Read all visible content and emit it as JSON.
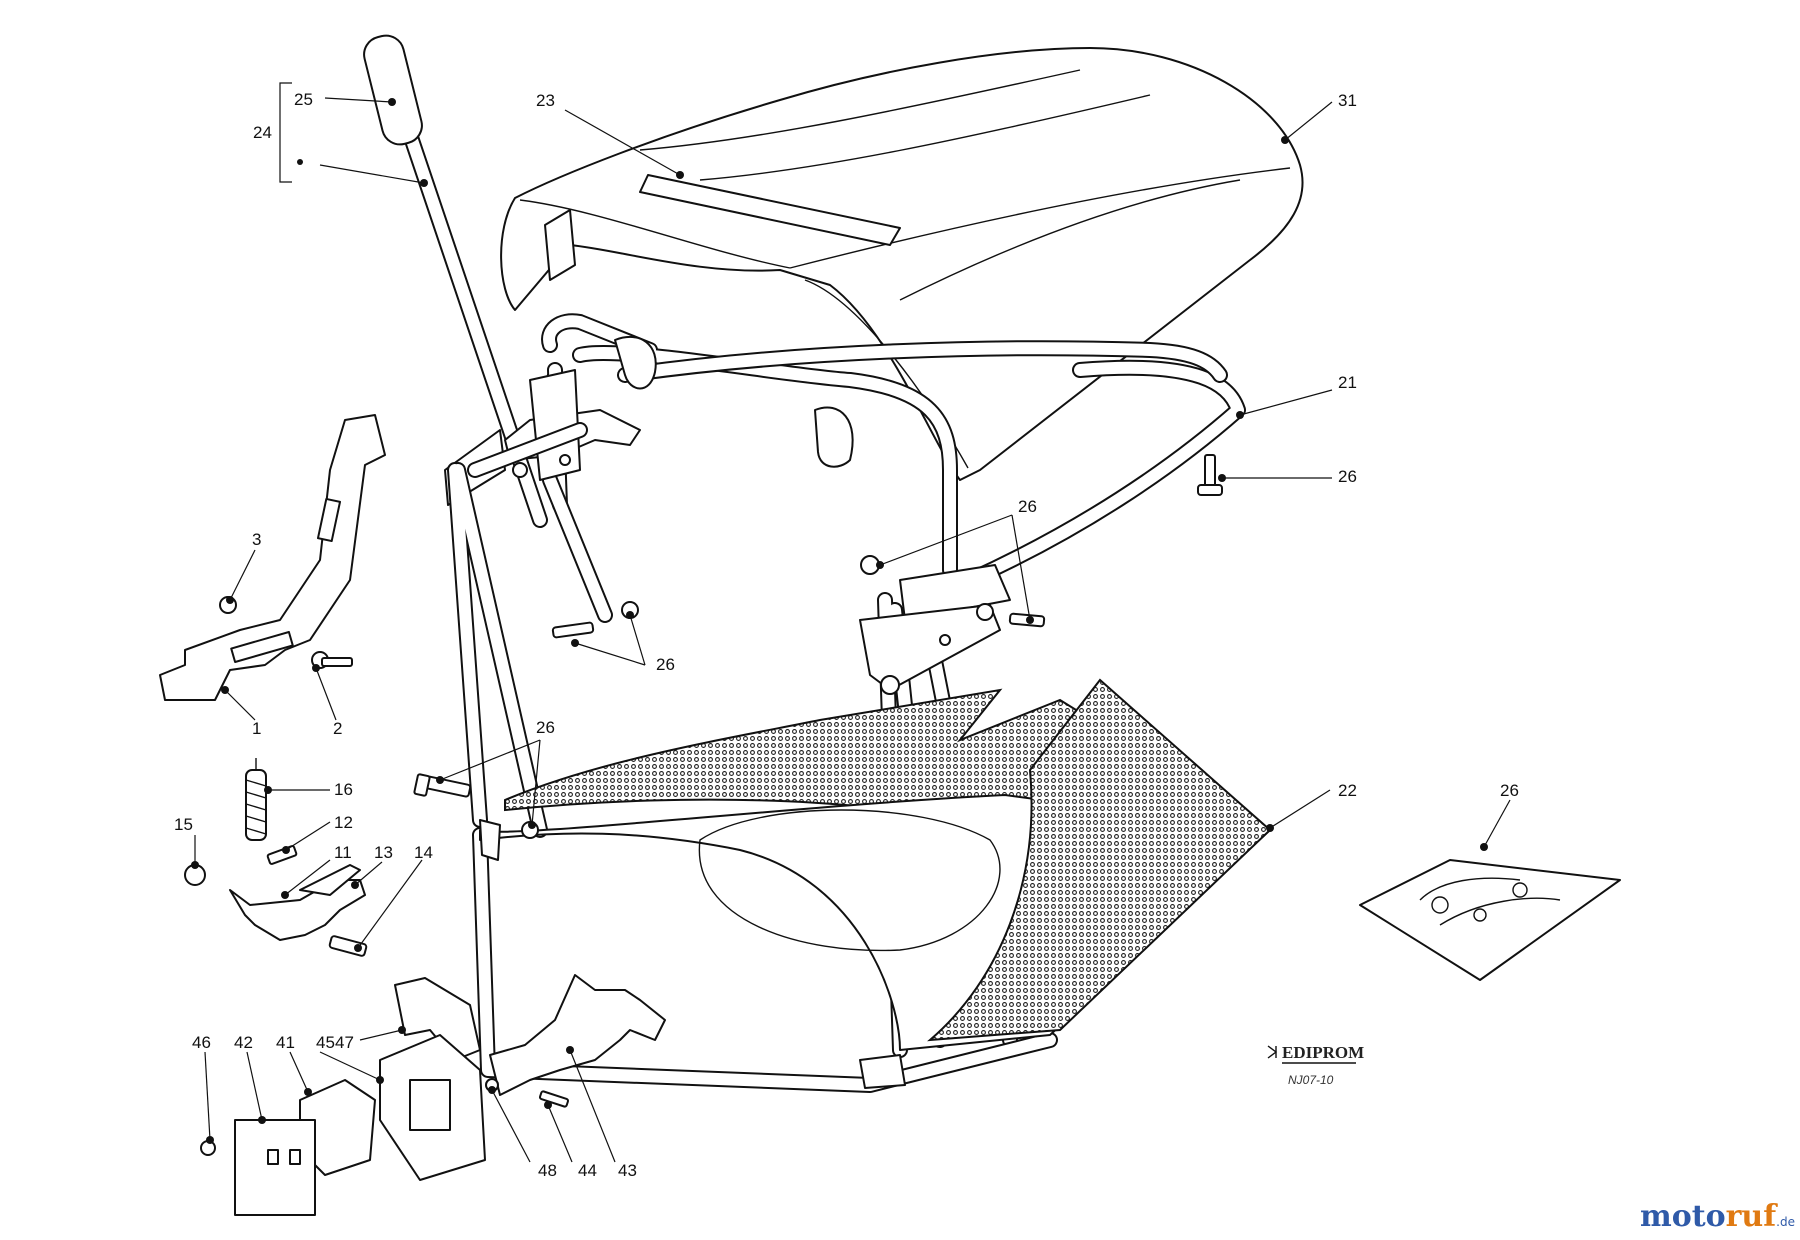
{
  "diagram": {
    "callouts": [
      {
        "id": "c25",
        "label": "25"
      },
      {
        "id": "c24",
        "label": "24"
      },
      {
        "id": "c23",
        "label": "23"
      },
      {
        "id": "c31",
        "label": "31"
      },
      {
        "id": "c21",
        "label": "21"
      },
      {
        "id": "c26a",
        "label": "26"
      },
      {
        "id": "c26b",
        "label": "26"
      },
      {
        "id": "c26c",
        "label": "26"
      },
      {
        "id": "c26d",
        "label": "26"
      },
      {
        "id": "c26e",
        "label": "26"
      },
      {
        "id": "c3",
        "label": "3"
      },
      {
        "id": "c1",
        "label": "1"
      },
      {
        "id": "c2",
        "label": "2"
      },
      {
        "id": "c16",
        "label": "16"
      },
      {
        "id": "c12",
        "label": "12"
      },
      {
        "id": "c15",
        "label": "15"
      },
      {
        "id": "c11",
        "label": "11"
      },
      {
        "id": "c13",
        "label": "13"
      },
      {
        "id": "c14",
        "label": "14"
      },
      {
        "id": "c22",
        "label": "22"
      },
      {
        "id": "c46",
        "label": "46"
      },
      {
        "id": "c42",
        "label": "42"
      },
      {
        "id": "c41",
        "label": "41"
      },
      {
        "id": "c45",
        "label": "45"
      },
      {
        "id": "c47",
        "label": "47"
      },
      {
        "id": "c48",
        "label": "48"
      },
      {
        "id": "c44",
        "label": "44"
      },
      {
        "id": "c43",
        "label": "43"
      }
    ],
    "brand_logo": "EDIPROM",
    "drawing_code": "NJ07-10"
  },
  "watermark": {
    "part1": "moto",
    "part2": "ruf",
    "suffix": ".de"
  },
  "colors": {
    "line": "#111111",
    "background": "#ffffff",
    "watermark_blue": "#2f5aa8",
    "watermark_orange": "#e07a12"
  }
}
